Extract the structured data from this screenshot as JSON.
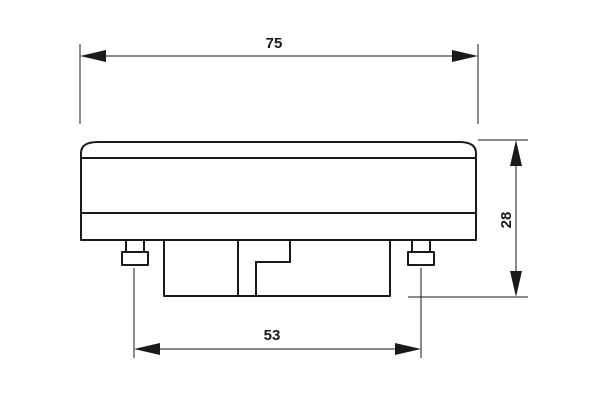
{
  "dimensions": {
    "overall_width": "75",
    "height": "28",
    "pin_spacing": "53"
  },
  "colors": {
    "line": "#1a1a1a",
    "background": "#ffffff"
  }
}
